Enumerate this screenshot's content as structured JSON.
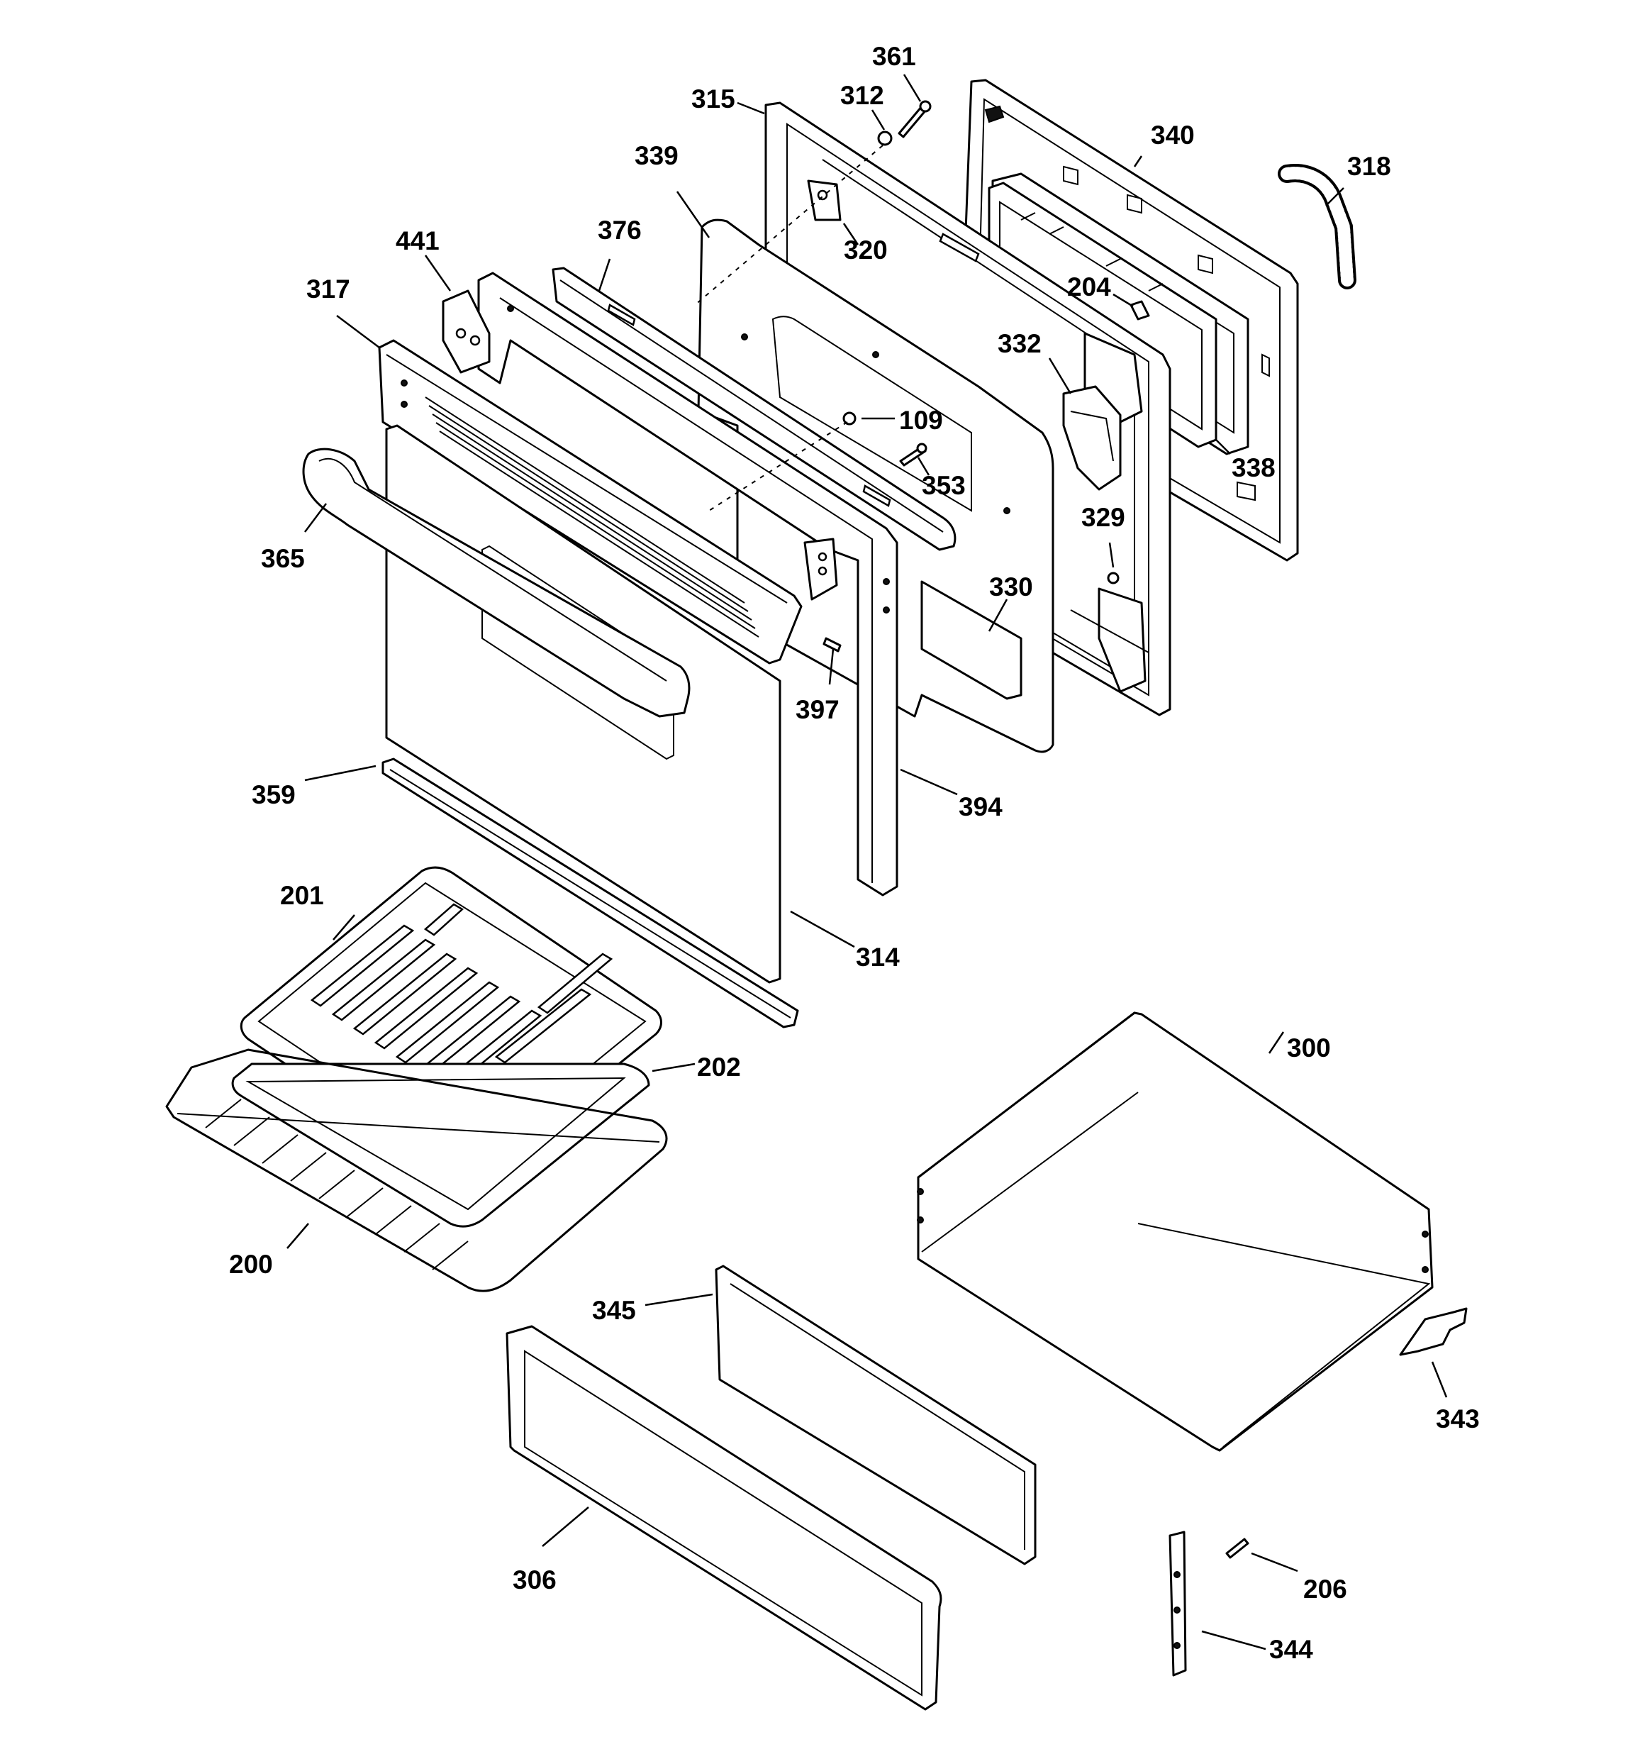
{
  "diagram": {
    "part_labels": {
      "p361": "361",
      "p312": "312",
      "p315": "315",
      "p340": "340",
      "p318": "318",
      "p339": "339",
      "p320": "320",
      "p376": "376",
      "p441": "441",
      "p204": "204",
      "p317": "317",
      "p332": "332",
      "p109": "109",
      "p338": "338",
      "p353": "353",
      "p365": "365",
      "p329": "329",
      "p330": "330",
      "p397": "397",
      "p359": "359",
      "p394": "394",
      "p201": "201",
      "p314": "314",
      "p300": "300",
      "p202": "202",
      "p200": "200",
      "p345": "345",
      "p343": "343",
      "p306": "306",
      "p206": "206",
      "p344": "344"
    }
  }
}
